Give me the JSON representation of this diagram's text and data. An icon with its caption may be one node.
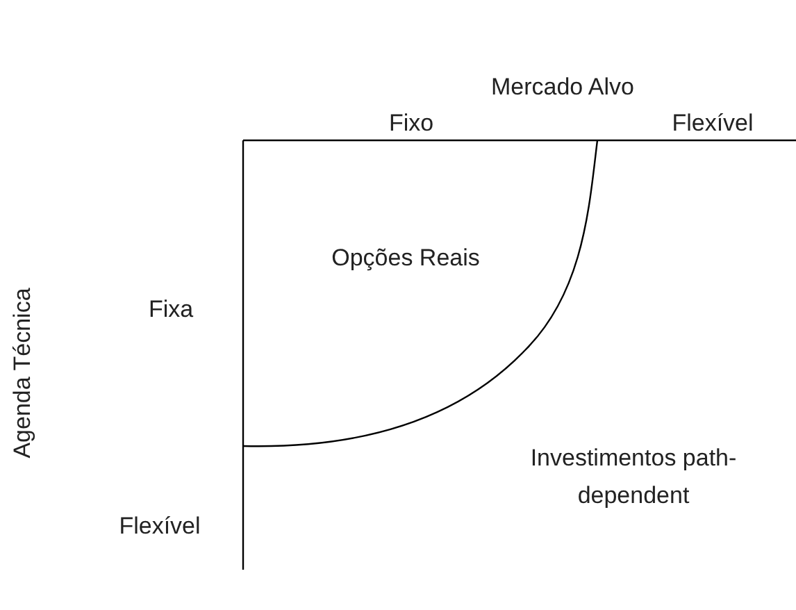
{
  "diagram": {
    "labels": [
      "Mercado Alvo",
      "Fixo",
      "Flexível",
      "Agenda Técnica",
      "Fixa",
      "Opções Reais",
      "Investimentos path-dependent",
      "Flexível"
    ]
  }
}
